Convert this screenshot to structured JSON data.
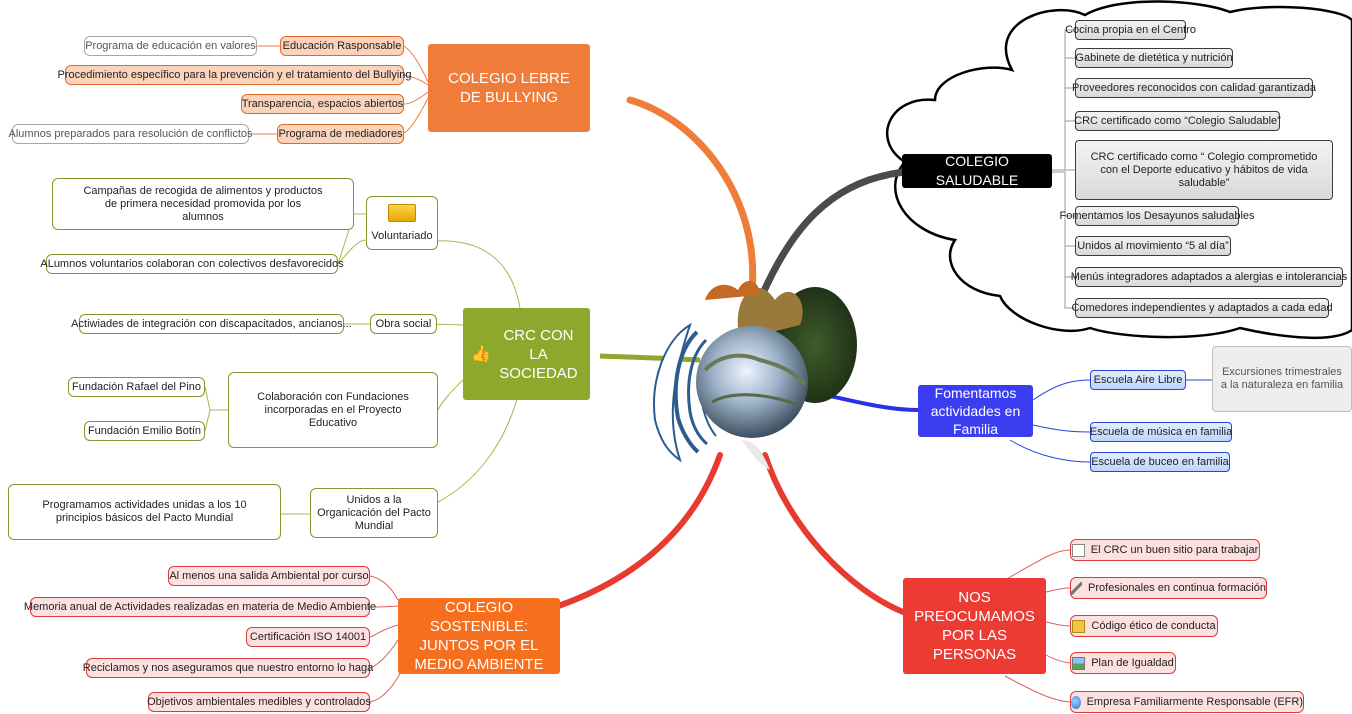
{
  "bullying": {
    "title": "COLEGIO LEBRE DE BULLYING",
    "items": [
      "Educación Rasponsable",
      "Procedimiento específico para la prevención y el tratamiento del Bullying",
      "Transparencia, espacios abiertos",
      "Programa de mediadores"
    ],
    "details": [
      "Programa de educación en valores",
      "Alumnos preparados para resolución de conflictos"
    ]
  },
  "society": {
    "title": "CRC CON LA SOCIEDAD",
    "voluntariado": "Voluntariado",
    "campanas": "Campañas de recogida de alimentos y productos de primera necesidad promovida por los alumnos",
    "voluntarios": "ALumnos voluntarios colaboran con colectivos desfavorecidos",
    "obra_social": "Obra social",
    "actividades": "Actiwiades de integración con discapacitados, ancianos...",
    "colaboracion": "Colaboración con Fundaciones incorporadas en el Proyecto Educativo",
    "fundacion_pino": "Fundación Rafael del Pino",
    "fundacion_botin": "Fundación Emilio Botín",
    "pacto": "Unidos a la Organicación del Pacto Mundial",
    "principios": "Programamos actividades unidas a los 10 principios básicos del Pacto Mundial"
  },
  "sostenible": {
    "title": "COLEGIO SOSTENIBLE: JUNTOS POR EL MEDIO AMBIENTE",
    "items": [
      "Al menos una salida Ambiental por curso",
      "Memoria anual de Actividades realizadas en materia de Medio Ambiente",
      "Certificación ISO 14001",
      "Reciclamos y nos aseguramos que nuestro entorno lo haga",
      "Objetivos ambientales medibles y controlados"
    ]
  },
  "saludable": {
    "title": "COLEGIO SALUDABLE",
    "items": [
      "Cocina propia en el Centro",
      "Gabinete de dietética y nutrición",
      "Proveedores reconocidos con calidad garantizada",
      "CRC certificado como “Colegio Saludable”",
      "CRC certificado como “ Colegio comprometido con el Deporte educativo y hábitos de vida saludable”",
      "Fomentamos los Desayunos saludables",
      "Unidos al movimiento “5 al día”",
      "Menús integradores adaptados a alergias e intolerancias",
      "Comedores independientes y adaptados a cada edad"
    ]
  },
  "familia": {
    "title": "Fomentamos actividades en Familia",
    "items": [
      "Escuela Aire Libre",
      "Escuela de música en familia",
      "Escuela de buceo en familia"
    ],
    "excursiones": "Excursiones trimestrales a la naturaleza en familia"
  },
  "personas": {
    "title": "NOS PREOCUMAMOS POR LAS PERSONAS",
    "items": [
      "El CRC un buen sitio para trabajar",
      "Profesionales en continua formación",
      "Código ético de conducta",
      "Plan de Igualdad",
      "Empresa Familiarmente Responsable (EFR)"
    ],
    "icons": [
      "document-icon",
      "pen-icon",
      "note-icon",
      "picture-icon",
      "globe-icon"
    ]
  },
  "colors": {
    "orange": "#f07c3a",
    "olive": "#8ea82e",
    "black": "#000000",
    "blue": "#3a3ef0",
    "red": "#eb3b33",
    "sostenible": "#f56f1e"
  }
}
